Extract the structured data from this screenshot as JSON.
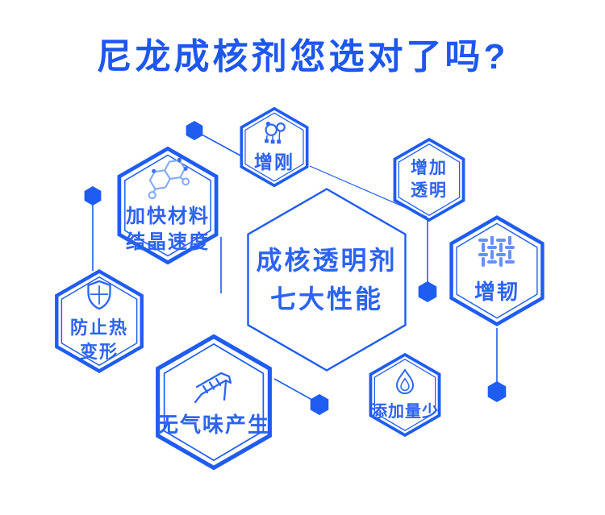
{
  "title": "尼龙成核剂您选对了吗?",
  "colors": {
    "primary_blue": "#1e5cf2",
    "text_blue": "#2c63f2",
    "title_blue": "#1d57ee",
    "light_icon_blue": "#86abf9",
    "weave_icon_blue": "#6690f6"
  },
  "center": {
    "line1": "成核透明剂",
    "line2": "七大性能"
  },
  "nodes": {
    "zenggang": {
      "label": "增刚",
      "icon": "molecule-cluster-icon"
    },
    "touming": {
      "line1": "增加",
      "line2": "透明",
      "icon": "none"
    },
    "zengren": {
      "label": "增韧",
      "icon": "weave-icon"
    },
    "jiakuai": {
      "line1": "加快材料",
      "line2": "结晶速度",
      "icon": "molecule-structure-icon"
    },
    "fangzhi": {
      "line1": "防止热",
      "line2": "变形",
      "icon": "shield-icon"
    },
    "wuqiwei": {
      "label": "无气味产生",
      "icon": "nose-icon"
    },
    "tianjia": {
      "label": "添加量少",
      "icon": "droplet-icon"
    }
  }
}
